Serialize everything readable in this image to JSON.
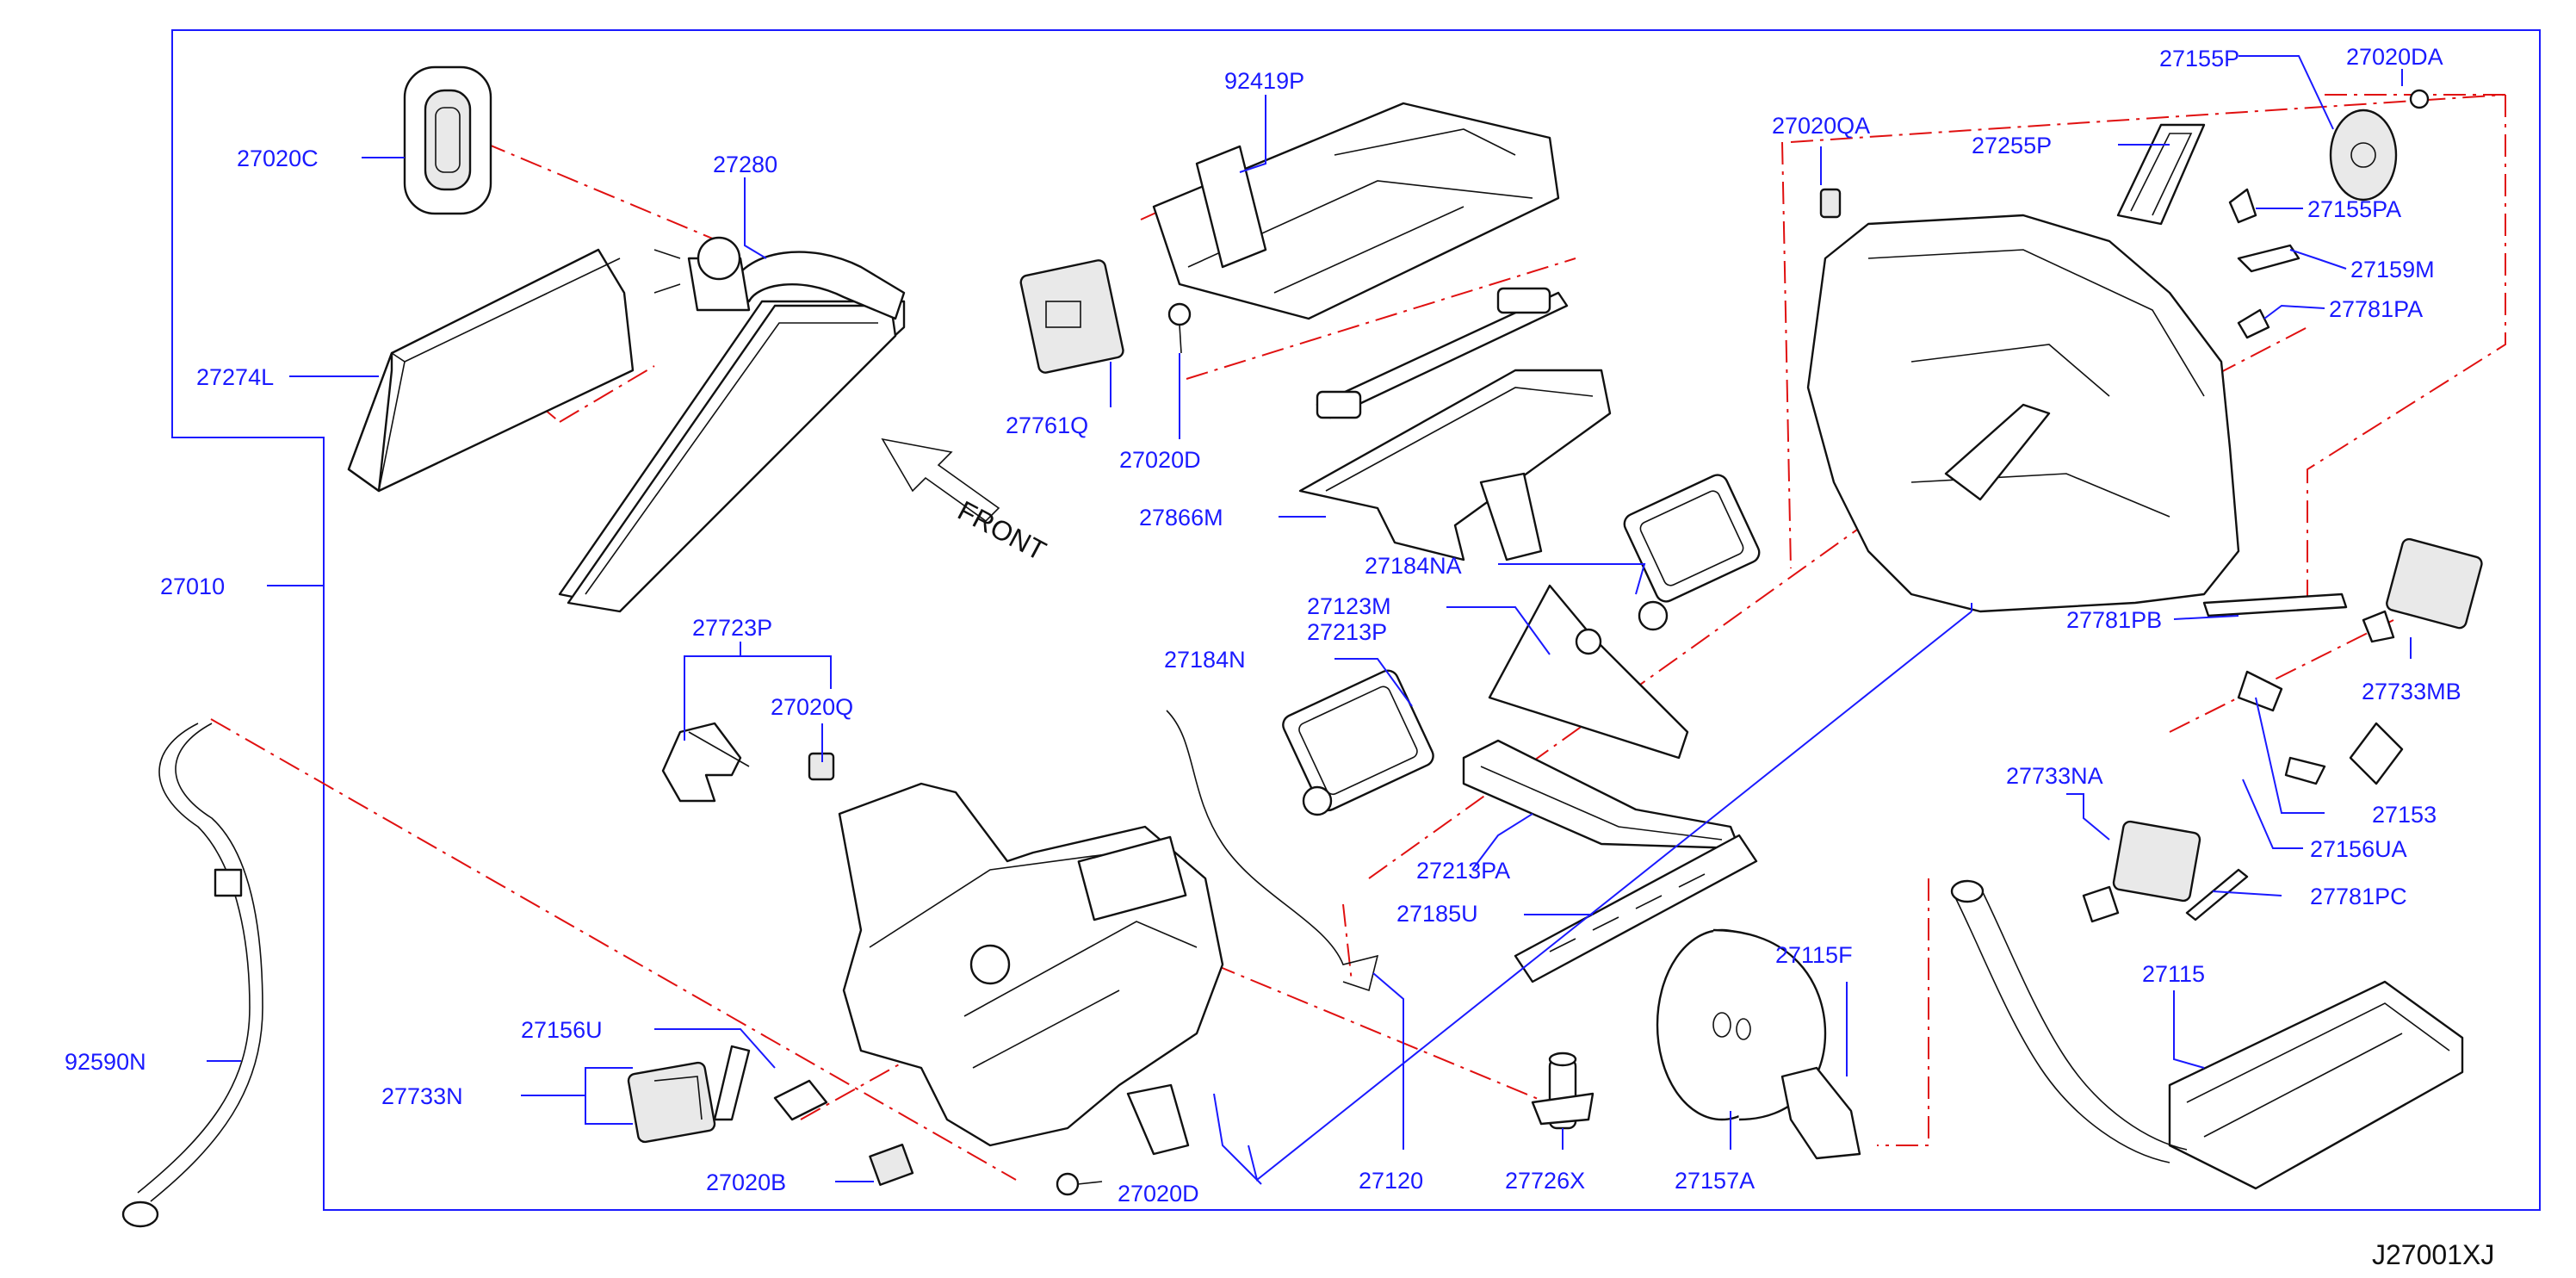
{
  "diagram_id": "J27001XJ",
  "direction_label": "FRONT",
  "colors": {
    "label": "#1a1aff",
    "phantom_line": "#e01010",
    "outline": "#111111"
  },
  "parts": {
    "p27020C": "27020C",
    "p27280": "27280",
    "p27274L": "27274L",
    "p27010": "27010",
    "p92419P": "92419P",
    "p27761Q": "27761Q",
    "p27020D_top": "27020D",
    "p27866M": "27866M",
    "p27184NA": "27184NA",
    "p27123M": "27123M",
    "p27213P": "27213P",
    "p27184N": "27184N",
    "p27213PA": "27213PA",
    "p27185U": "27185U",
    "p27723P": "27723P",
    "p27020Q": "27020Q",
    "p92590N": "92590N",
    "p27156U": "27156U",
    "p27733N": "27733N",
    "p27020B": "27020B",
    "p27020D_bottom": "27020D",
    "p27120": "27120",
    "p27726X": "27726X",
    "p27157A": "27157A",
    "p27115F": "27115F",
    "p27020QA": "27020QA",
    "p27255P": "27255P",
    "p27155P": "27155P",
    "p27020DA": "27020DA",
    "p27155PA": "27155PA",
    "p27159M": "27159M",
    "p27781PA": "27781PA",
    "p27781PB": "27781PB",
    "p27733MB": "27733MB",
    "p27733NA": "27733NA",
    "p27153": "27153",
    "p27156UA": "27156UA",
    "p27781PC": "27781PC",
    "p27115": "27115"
  }
}
